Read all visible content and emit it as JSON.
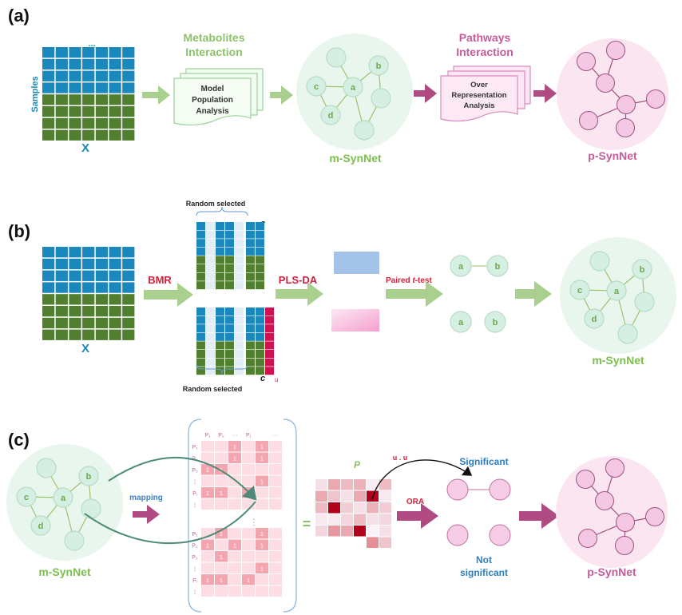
{
  "panels": {
    "a": {
      "label": "(a)",
      "matrix_label": "X",
      "samples_label": "Samples",
      "dots": "...",
      "metabolites_title_1": "Metabolites",
      "metabolites_title_2": "Interaction",
      "mpa_1": "Model",
      "mpa_2": "Population",
      "mpa_3": "Analysis",
      "pathways_title_1": "Pathways",
      "pathways_title_2": "Interaction",
      "ora_1": "Over",
      "ora_2": "Representation",
      "ora_3": "Analysis",
      "m_synnet": "m-SynNet",
      "p_synnet": "p-SynNet",
      "nodes": {
        "a": "a",
        "b": "b",
        "c": "c",
        "d": "d"
      }
    },
    "b": {
      "label": "(b)",
      "matrix_label": "X",
      "bmr": "BMR",
      "random_selected_top": "Random selected",
      "random_selected_bottom": "Random selected",
      "c_top": "c",
      "c_bottom": "c",
      "u_mark": "u",
      "plsda": "PLS-DA",
      "paired_ttest_prefix": "Paired ",
      "paired_ttest_italic": "t",
      "paired_ttest_suffix": "-test",
      "m_synnet": "m-SynNet",
      "nodes": {
        "a": "a",
        "b": "b",
        "c": "c",
        "d": "d"
      }
    },
    "c": {
      "label": "(c)",
      "m_synnet": "m-SynNet",
      "mapping": "mapping",
      "col_headers": [
        "P₁",
        "P₂",
        "···",
        "Pⱼ",
        "",
        "···"
      ],
      "row_headers_top": [
        "P₁",
        "P₂",
        "P₃",
        "⋮",
        "Pᵢ",
        "⋮"
      ],
      "row_headers_bottom": [
        "P₁",
        "P₂",
        "P₃",
        "⋮",
        "Pᵢ",
        "⋮"
      ],
      "cell_one": "1",
      "vdots": "⋮",
      "equals": "=",
      "p_label": "P",
      "uu_mark": "u . u",
      "ora": "ORA",
      "significant": "Significant",
      "not_significant_1": "Not",
      "not_significant_2": "significant",
      "p_synnet": "p-SynNet",
      "nodes": {
        "a": "a",
        "b": "b",
        "c": "c",
        "d": "d"
      }
    }
  },
  "colors": {
    "blue": "#1a87bd",
    "green": "#4f7f2f",
    "light_green": "#8dc16a",
    "node_green": "#d6efe3",
    "circle_green": "#e8f6ee",
    "magenta": "#b04a82",
    "pink": "#f3c6e2",
    "circle_pink": "#fae5f1",
    "red": "#d11f3a",
    "dark_red": "#b3001b",
    "label_blue": "#2a7fc4"
  }
}
